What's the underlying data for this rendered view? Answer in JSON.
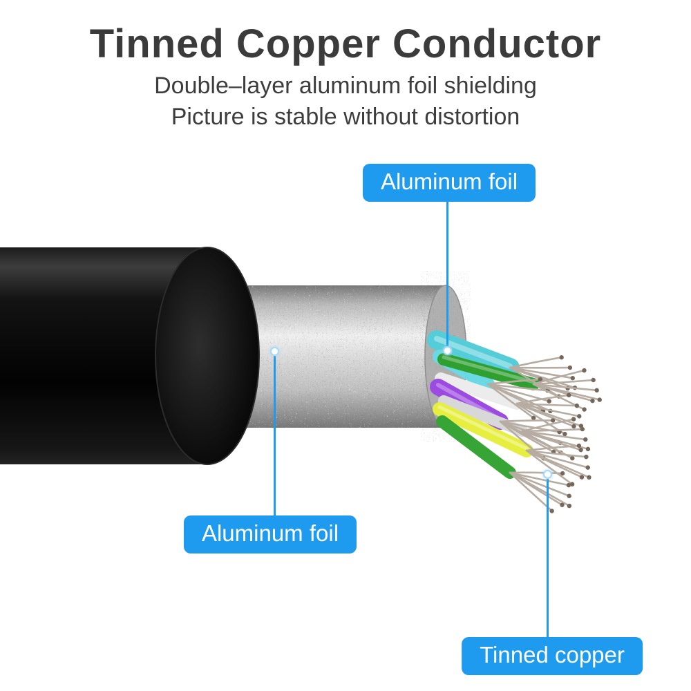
{
  "header": {
    "title": "Tinned Copper Conductor",
    "subtitle_line1": "Double–layer aluminum foil shielding",
    "subtitle_line2": "Picture is stable without distortion"
  },
  "callouts": {
    "top": {
      "label": "Aluminum foil"
    },
    "left": {
      "label": "Aluminum foil"
    },
    "bottom": {
      "label": "Tinned copper"
    }
  },
  "colors": {
    "accent_blue": "#1e9bef",
    "title_text": "#3b3b3b",
    "jacket_black": "#0a0a0a",
    "foil_silver": "#c9c9c9",
    "wire_cyan": "#55cdd9",
    "wire_green": "#2fa02f",
    "wire_purple": "#9b4be0",
    "wire_yellow": "#e6ef40",
    "wire_white": "#ececec",
    "tinned_copper_strand": "#b7aca1"
  }
}
